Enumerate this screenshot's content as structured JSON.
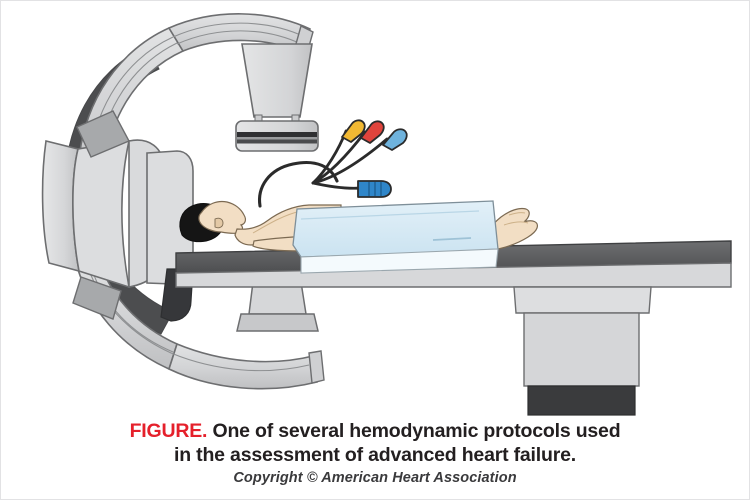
{
  "figure": {
    "domain": "medical-illustration",
    "caption": {
      "label": "FIGURE.",
      "line1_rest": " One of several hemodynamic protocols used",
      "line2": "in the assessment of advanced heart failure.",
      "copyright": "Copyright © American Heart Association"
    },
    "colors": {
      "figure_label_red": "#e5202b",
      "caption_text": "#231f20",
      "copyright_text": "#3a3a3c",
      "page_background": "#ffffff",
      "frame_border": "#e2e2e4",
      "equipment_light_gray": "#d8d9da",
      "equipment_mid_gray": "#c2c3c5",
      "equipment_dark_gray": "#8e9092",
      "equipment_outline": "#58595b",
      "table_top_dark": "#5b5c5e",
      "table_base_dark": "#3a3b3d",
      "drape_blue": "#d4e8f4",
      "skin": "#f2dec4",
      "skin_shade": "#e3c9a6",
      "hair_black": "#151515",
      "cable_black": "#2b2b2b",
      "connector_yellow": "#f2b933",
      "connector_red": "#e0443c",
      "connector_lightblue": "#6fb3dd",
      "connector_blue": "#2f86c9"
    },
    "scene": {
      "equipment_name": "c-arm-fluoroscopy-system",
      "parts": [
        "c-arm-gantry",
        "image-intensifier-detector",
        "x-ray-source",
        "support-column",
        "patient-table",
        "table-pedestal",
        "patient",
        "surgical-drape",
        "hemodynamic-catheter-cables"
      ],
      "connectors": [
        {
          "name": "catheter-connector-yellow",
          "color": "#f2b933"
        },
        {
          "name": "catheter-connector-red",
          "color": "#e0443c"
        },
        {
          "name": "catheter-connector-light-blue",
          "color": "#6fb3dd"
        },
        {
          "name": "catheter-connector-blue",
          "color": "#2f86c9"
        }
      ]
    }
  }
}
